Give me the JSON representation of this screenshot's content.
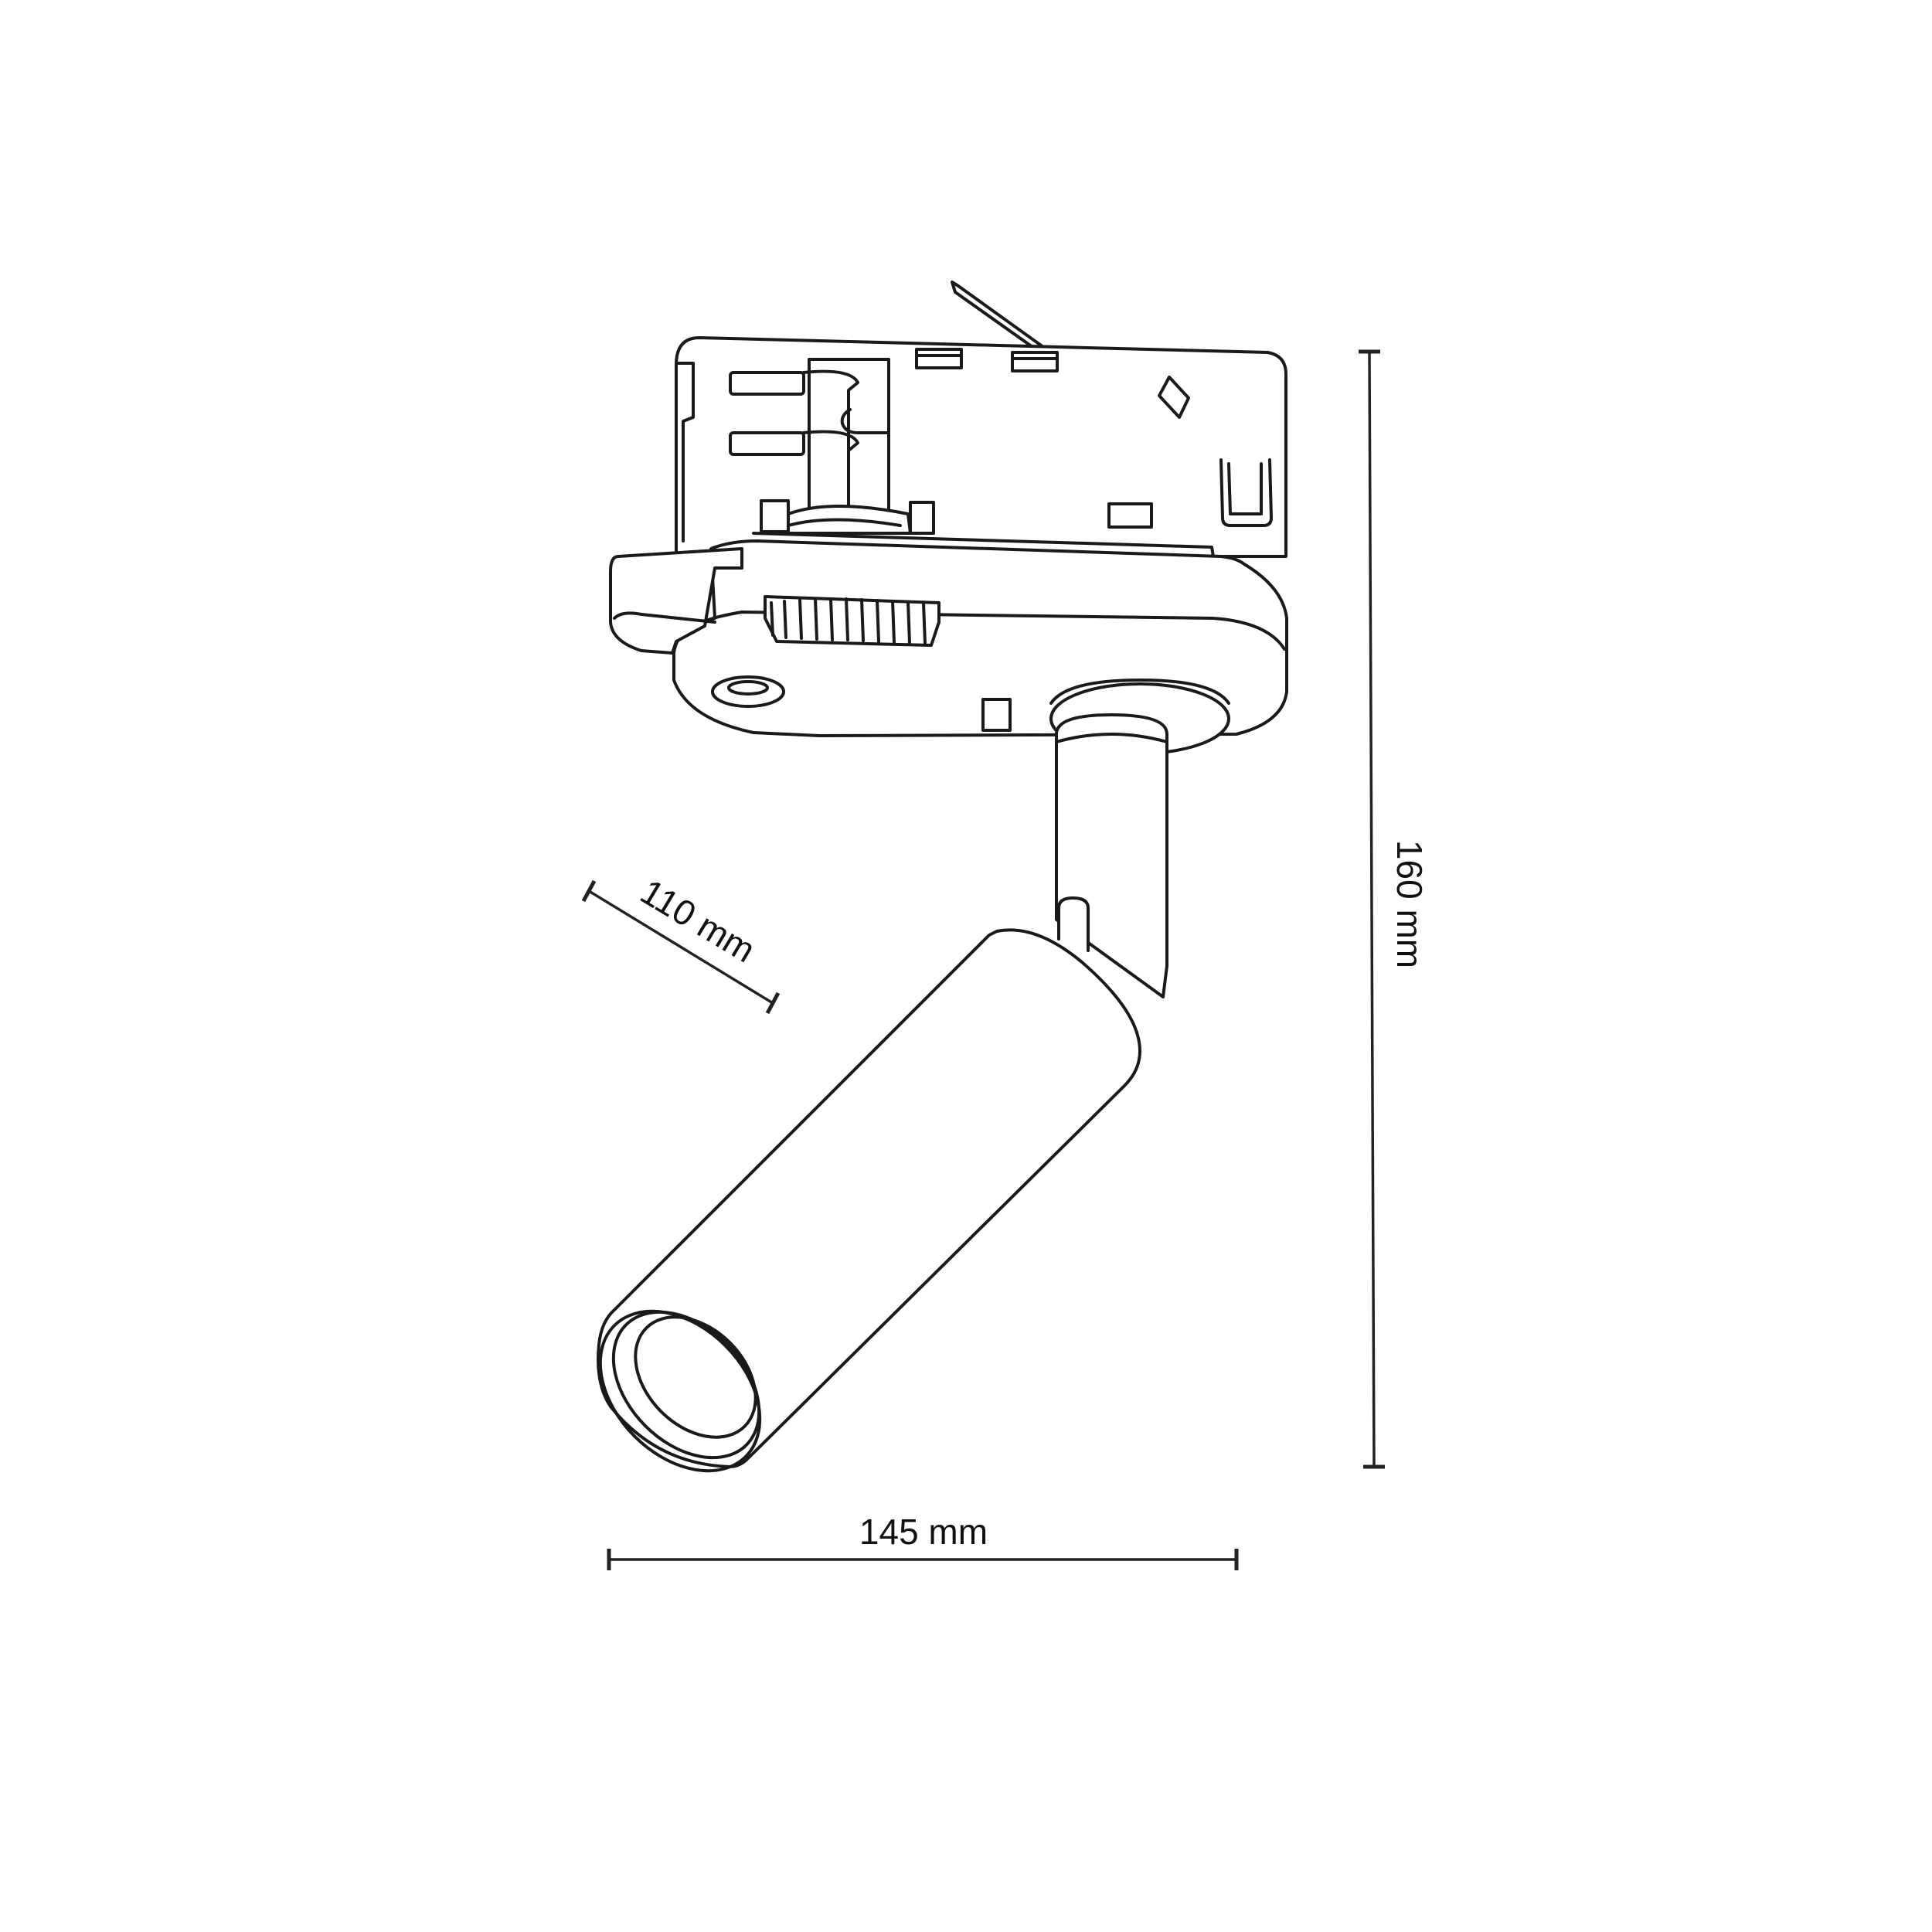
{
  "drawing": {
    "subject": "track spotlight with 3-phase adapter",
    "line_color": "#1a1a1a",
    "background": "#ffffff"
  },
  "dimensions": {
    "height": {
      "value": 160,
      "unit": "mm",
      "label": "160 mm",
      "orientation": "vertical"
    },
    "width": {
      "value": 145,
      "unit": "mm",
      "label": "145 mm",
      "orientation": "horizontal"
    },
    "length": {
      "value": 110,
      "unit": "mm",
      "label": "110 mm",
      "orientation": "diagonal"
    }
  }
}
